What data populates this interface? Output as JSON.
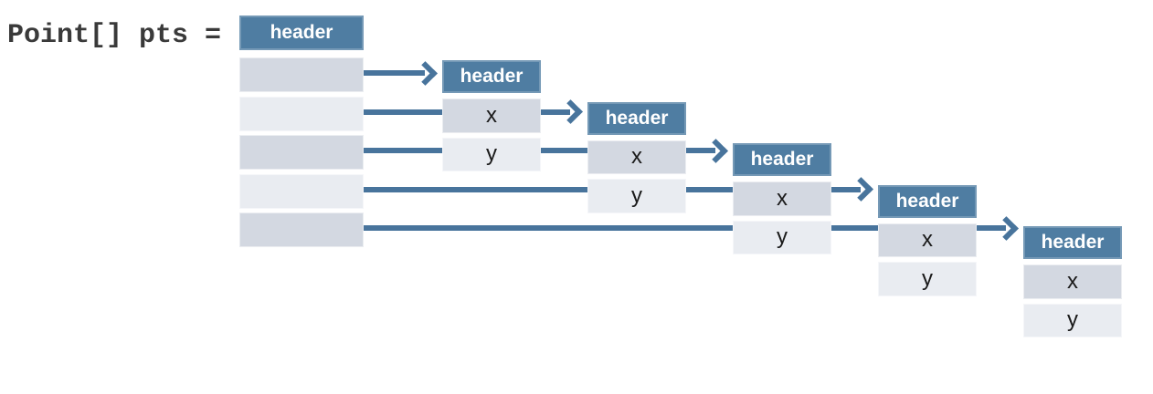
{
  "label": "Point[] pts =",
  "array": {
    "header_label": "header",
    "cells": [
      {
        "variant": "dark"
      },
      {
        "variant": "light"
      },
      {
        "variant": "dark"
      },
      {
        "variant": "light"
      },
      {
        "variant": "dark"
      }
    ]
  },
  "objects": [
    {
      "header_label": "header",
      "fields": [
        {
          "label": "x",
          "variant": "dark"
        },
        {
          "label": "y",
          "variant": "light"
        }
      ]
    },
    {
      "header_label": "header",
      "fields": [
        {
          "label": "x",
          "variant": "dark"
        },
        {
          "label": "y",
          "variant": "light"
        }
      ]
    },
    {
      "header_label": "header",
      "fields": [
        {
          "label": "x",
          "variant": "dark"
        },
        {
          "label": "y",
          "variant": "light"
        }
      ]
    },
    {
      "header_label": "header",
      "fields": [
        {
          "label": "x",
          "variant": "dark"
        },
        {
          "label": "y",
          "variant": "light"
        }
      ]
    },
    {
      "header_label": "header",
      "fields": [
        {
          "label": "x",
          "variant": "dark"
        },
        {
          "label": "y",
          "variant": "light"
        }
      ]
    }
  ],
  "colors": {
    "header_blue": "#4f7da2",
    "arrow_blue": "#48749c",
    "cell_dark": "#d3d8e1",
    "cell_light": "#e9ecf1",
    "label_text": "#3a3a3a",
    "header_text": "#ffffff",
    "field_text": "#1a1a1a",
    "background": "#ffffff"
  }
}
